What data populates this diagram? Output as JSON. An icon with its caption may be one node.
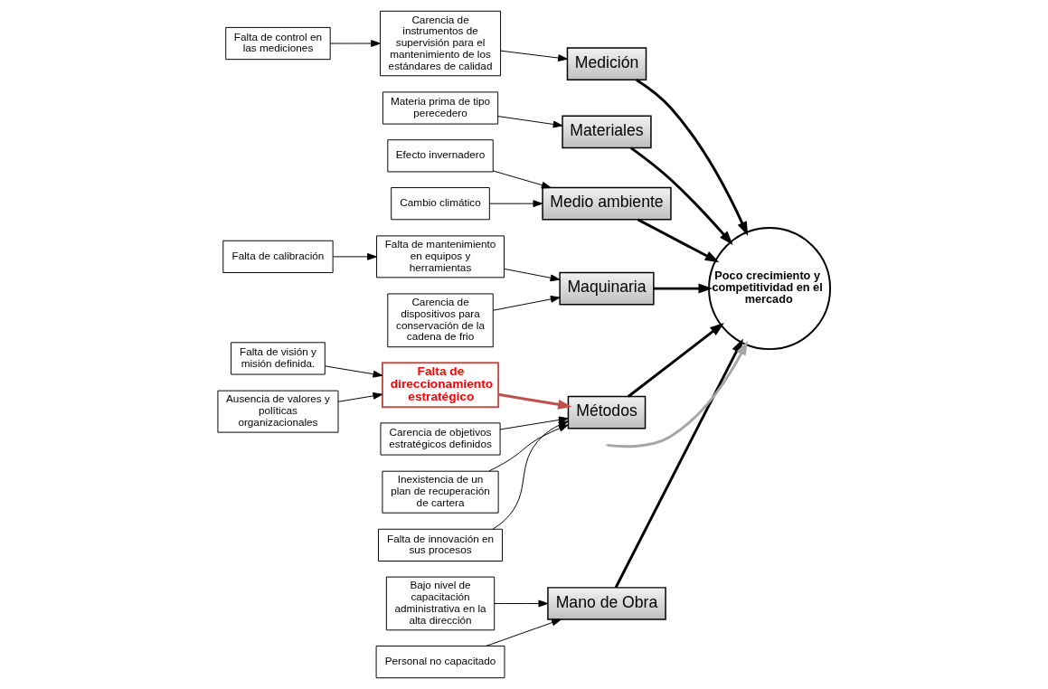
{
  "diagram": {
    "nodes": [
      {
        "text": [
          "Mano de Obra"
        ]
      },
      {
        "text": [
          "Medición"
        ]
      },
      {
        "text": [
          "Materiales"
        ]
      },
      {
        "text": [
          "Bajo nivel de capacitación administrativa en la alta dirección"
        ]
      },
      {
        "text": [
          "Carencia de instrumentos de supervisión para el mantenimiento de los estándares de calidad"
        ]
      },
      {
        "text": [
          "Personal no capacitado"
        ]
      },
      {
        "text": [
          "Falta de control en las mediciones"
        ]
      },
      {
        "text": [
          "Materia prima de tipo perecedero"
        ]
      },
      {
        "text": [
          "Poco crecimiento y competitividad en el mercado"
        ]
      },
      {
        "text": [
          "Efecto invernadero"
        ]
      },
      {
        "text": [
          "Falta de calibración"
        ]
      },
      {
        "text": [
          "Falta de visión y misión definida."
        ]
      },
      {
        "text": [
          "Cambio climático"
        ]
      },
      {
        "text": [
          "Falta de mantenimiento en equipos y herramientas"
        ]
      },
      {
        "text": [
          "Falta de direccionamiento estratégico"
        ]
      },
      {
        "text": [
          "Carencia de objetivos estratégicos definidos"
        ]
      },
      {
        "text": [
          "Carencia de dispositivos para conservación de la cadena de frio"
        ]
      },
      {
        "text": [
          "Ausencia de valores y políticas organizacionales"
        ]
      },
      {
        "text": [
          "Inexistencia de un plan de recuperación de cartera"
        ]
      },
      {
        "text": [
          "Falta de innovación en sus procesos"
        ]
      },
      {
        "text": [
          "Medio ambiente"
        ]
      },
      {
        "text": [
          "Maquinaria"
        ]
      },
      {
        "text": [
          "Métodos"
        ]
      }
    ],
    "edges": [
      {
        "from": null,
        "to": 8,
        "arrow": "to",
        "style": "thick",
        "color": "#a6a6a6"
      },
      {
        "from": 0,
        "to": 8,
        "arrow": "to",
        "style": "thick"
      },
      {
        "from": 1,
        "to": 8,
        "arrow": "to",
        "style": "thick"
      },
      {
        "from": 2,
        "to": 8,
        "arrow": "to",
        "style": "thick"
      },
      {
        "from": 20,
        "to": 8,
        "arrow": "to",
        "style": "thick"
      },
      {
        "from": 21,
        "to": 8,
        "arrow": "to",
        "style": "thick"
      },
      {
        "from": 22,
        "to": 8,
        "arrow": "to",
        "style": "thick"
      },
      {
        "from": 3,
        "to": 0,
        "arrow": "to"
      },
      {
        "from": 5,
        "to": 0,
        "arrow": "to"
      },
      {
        "from": 4,
        "to": 1,
        "arrow": "to"
      },
      {
        "from": 6,
        "to": 4,
        "arrow": "to"
      },
      {
        "from": 7,
        "to": 2,
        "arrow": "to"
      },
      {
        "from": 9,
        "to": 20,
        "arrow": "to"
      },
      {
        "from": 12,
        "to": 20,
        "arrow": "to"
      },
      {
        "from": 13,
        "to": 21,
        "arrow": "to"
      },
      {
        "from": 10,
        "to": 13,
        "arrow": "to"
      },
      {
        "from": 16,
        "to": 21,
        "arrow": "to"
      },
      {
        "from": 11,
        "to": 14,
        "arrow": "to"
      },
      {
        "from": 17,
        "to": 14,
        "arrow": "to"
      },
      {
        "from": 14,
        "to": 22,
        "arrow": "to",
        "style": "thick",
        "color": "#c0504d"
      },
      {
        "from": 15,
        "to": 22,
        "arrow": "to"
      },
      {
        "from": 18,
        "to": 22,
        "arrow": "to"
      },
      {
        "from": 19,
        "to": 22,
        "arrow": "to"
      }
    ]
  }
}
